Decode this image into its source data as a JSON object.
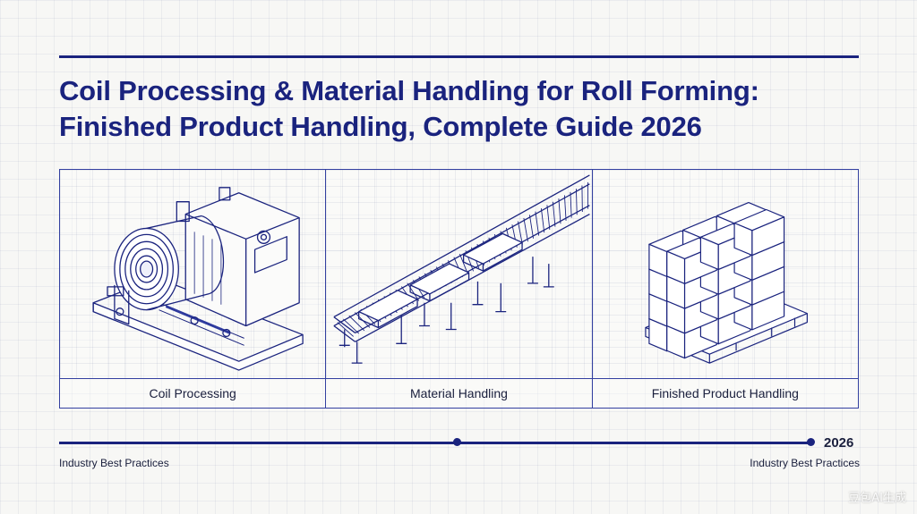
{
  "header": {
    "title_line1": "Coil Processing & Material Handling for Roll Forming:",
    "title_line2": "Finished Product Handling, Complete Guide 2026"
  },
  "panels": [
    {
      "label": "Coil Processing",
      "icon": "coil-machine-icon"
    },
    {
      "label": "Material Handling",
      "icon": "roller-conveyor-icon"
    },
    {
      "label": "Finished Product Handling",
      "icon": "pallet-boxes-icon"
    }
  ],
  "footer": {
    "year": "2026",
    "left_label": "Industry Best Practices",
    "right_label": "Industry Best Practices"
  },
  "watermark": "豆包AI生成",
  "colors": {
    "ink": "#1a237e",
    "paper": "#f7f7f5"
  }
}
